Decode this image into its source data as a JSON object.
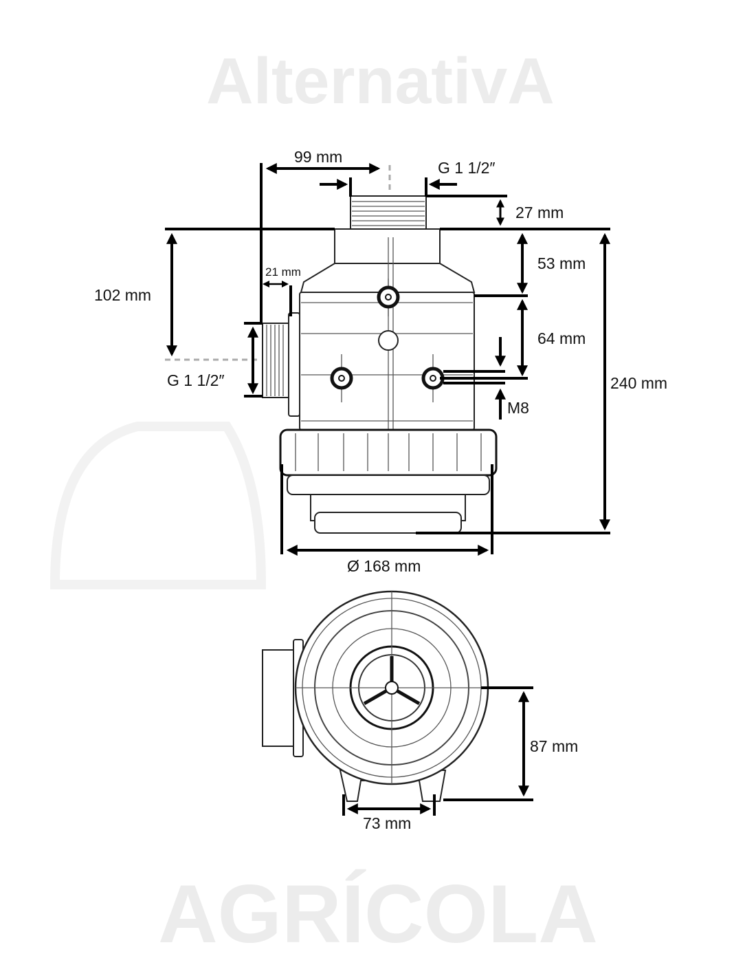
{
  "watermark": {
    "line1": "AlternativA",
    "line2": "AGRÍCOLA"
  },
  "dimensions": {
    "top_offset": "99 mm",
    "top_thread": "G 1 1/2″",
    "top_thread_length": "27 mm",
    "neck_height": "53 mm",
    "bolt_spacing": "64 mm",
    "bolt_size": "M8",
    "total_height": "240 mm",
    "side_port_height": "102 mm",
    "side_port_length": "21 mm",
    "side_thread": "G 1 1/2″",
    "diameter": "Ø 168 mm",
    "base_depth": "87 mm",
    "base_width": "73 mm"
  }
}
